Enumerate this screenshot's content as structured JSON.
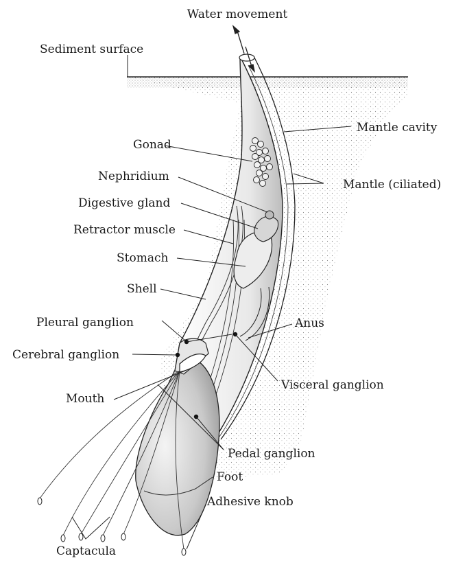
{
  "labels": {
    "water_movement": "Water movement",
    "sediment_surface": "Sediment surface",
    "mantle_cavity": "Mantle cavity",
    "gonad": "Gonad",
    "mantle_ciliated": "Mantle (ciliated)",
    "nephridium": "Nephridium",
    "digestive_gland": "Digestive gland",
    "retractor_muscle": "Retractor muscle",
    "stomach": "Stomach",
    "shell": "Shell",
    "pleural_ganglion": "Pleural ganglion",
    "anus": "Anus",
    "cerebral_ganglion": "Cerebral ganglion",
    "visceral_ganglion": "Visceral ganglion",
    "mouth": "Mouth",
    "pedal_ganglion": "Pedal ganglion",
    "foot": "Foot",
    "adhesive_knob": "Adhesive knob",
    "captacula": "Captacula"
  }
}
